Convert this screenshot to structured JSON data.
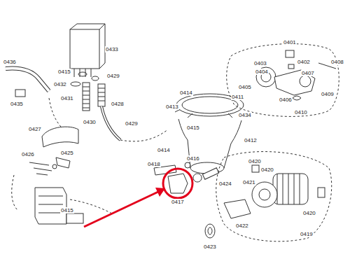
{
  "diagram": {
    "labels": [
      "0436",
      "0433",
      "0415",
      "0429",
      "0432",
      "0431",
      "0435",
      "0430",
      "0428",
      "0427",
      "0429",
      "0425",
      "0426",
      "0415",
      "0414",
      "0413",
      "0411",
      "0434",
      "0415",
      "0412",
      "0414",
      "0416",
      "0418",
      "0417",
      "0424",
      "0420",
      "0401",
      "0408",
      "0403",
      "0402",
      "0404",
      "0407",
      "0405",
      "0406",
      "0409",
      "0410",
      "0420",
      "0421",
      "0422",
      "0419",
      "0423",
      "0420"
    ]
  }
}
